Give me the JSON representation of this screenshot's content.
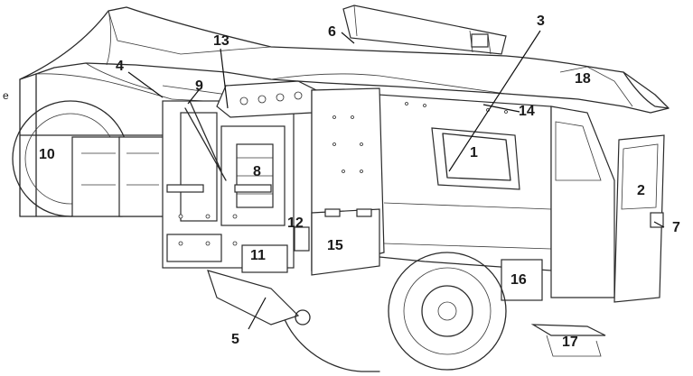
{
  "diagram": {
    "callouts": [
      {
        "id": "1",
        "text": "1"
      },
      {
        "id": "2",
        "text": "2"
      },
      {
        "id": "3",
        "text": "3"
      },
      {
        "id": "4",
        "text": "4"
      },
      {
        "id": "5",
        "text": "5"
      },
      {
        "id": "6",
        "text": "6"
      },
      {
        "id": "7",
        "text": "7"
      },
      {
        "id": "8",
        "text": "8"
      },
      {
        "id": "9",
        "text": "9"
      },
      {
        "id": "10",
        "text": "10"
      },
      {
        "id": "11",
        "text": "11"
      },
      {
        "id": "12",
        "text": "12"
      },
      {
        "id": "13",
        "text": "13"
      },
      {
        "id": "14",
        "text": "14"
      },
      {
        "id": "15",
        "text": "15"
      },
      {
        "id": "16",
        "text": "16"
      },
      {
        "id": "17",
        "text": "17"
      },
      {
        "id": "18",
        "text": "18"
      }
    ],
    "edge_fragment": "e"
  }
}
